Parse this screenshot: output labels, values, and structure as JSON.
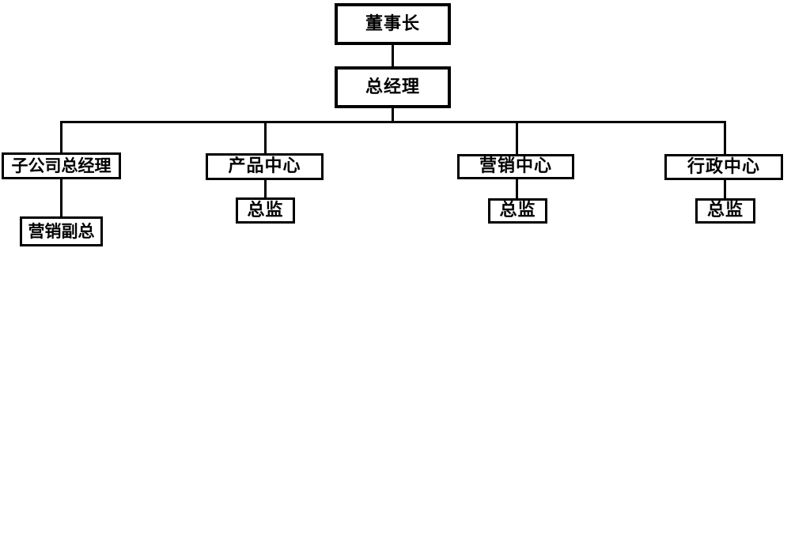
{
  "diagram": {
    "type": "org-chart",
    "nodes": {
      "chairman": "董事长",
      "general_manager": "总经理",
      "branch1": "子公司总经理",
      "branch1_child": "营销副总",
      "branch2": "产品中心",
      "branch2_child": "总监",
      "branch3": "营销中心",
      "branch3_child": "总监",
      "branch4": "行政中心",
      "branch4_child": "总监"
    },
    "hierarchy": [
      {
        "parent": "董事长",
        "child": "总经理"
      },
      {
        "parent": "总经理",
        "child": "子公司总经理"
      },
      {
        "parent": "总经理",
        "child": "产品中心"
      },
      {
        "parent": "总经理",
        "child": "营销中心"
      },
      {
        "parent": "总经理",
        "child": "行政中心"
      },
      {
        "parent": "子公司总经理",
        "child": "营销副总"
      },
      {
        "parent": "产品中心",
        "child": "总监"
      },
      {
        "parent": "营销中心",
        "child": "总监"
      },
      {
        "parent": "行政中心",
        "child": "总监"
      }
    ]
  },
  "colors": {
    "line": "#000000",
    "text": "#000000",
    "background": "#ffffff",
    "node_background": "#ffffff"
  }
}
